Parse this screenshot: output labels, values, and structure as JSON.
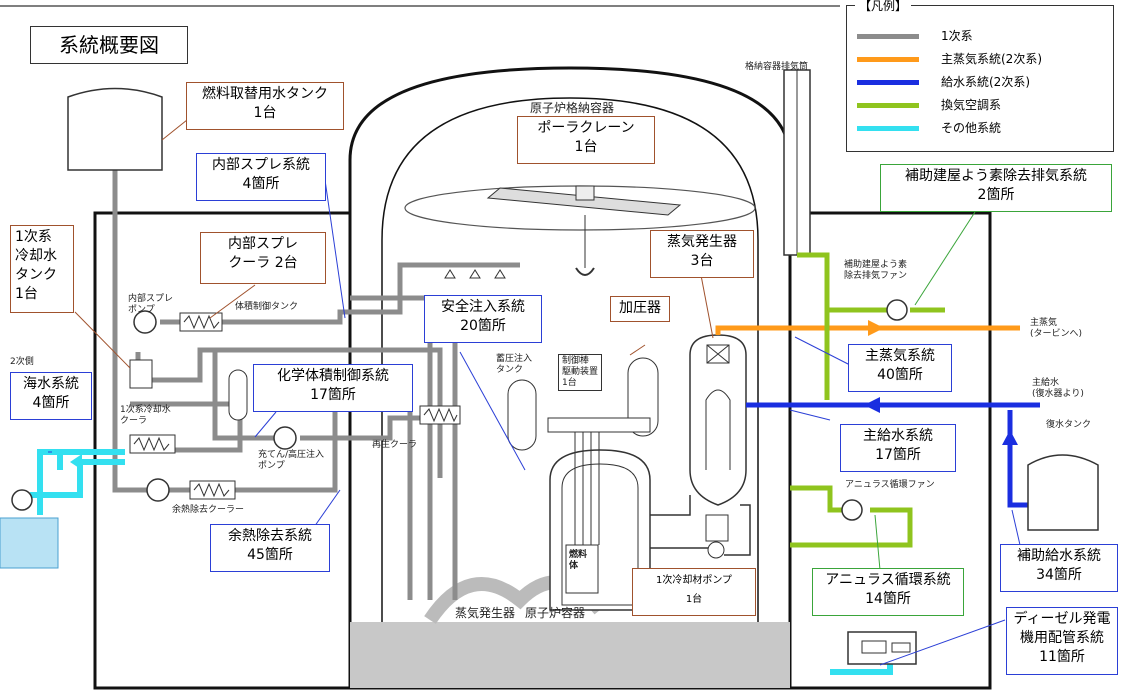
{
  "title": "系統概要図",
  "legend": {
    "heading": "【凡例】",
    "items": [
      {
        "label": "1次系",
        "color": "#8c8c8c"
      },
      {
        "label": "主蒸気系統(2次系)",
        "color": "#ff9a1a"
      },
      {
        "label": "給水系統(2次系)",
        "color": "#1a2ee0"
      },
      {
        "label": "換気空調系",
        "color": "#8fc41e"
      },
      {
        "label": "その他系統",
        "color": "#33e0f0"
      }
    ]
  },
  "callouts": {
    "fuel_tank": "燃料取替用水タンク\n1台",
    "polar_crane": "ポーラクレーン\n1台",
    "internal_spray": "内部スプレ系統\n4箇所",
    "spray_cooler": "内部スプレ\nクーラ 2台",
    "primary_tank": "1次系\n冷却水\nタンク\n1台",
    "seawater": "海水系統\n4箇所",
    "cvcs": "化学体積制御系統\n17箇所",
    "safety_injection": "安全注入系統\n20箇所",
    "pressurizer": "加圧器",
    "steam_generator": "蒸気発生器\n3台",
    "aux_exhaust": "補助建屋よう素除去排気系統\n2箇所",
    "main_steam": "主蒸気系統\n40箇所",
    "main_feedwater": "主給水系統\n17箇所",
    "rhr": "余熱除去系統\n45箇所",
    "annulus": "アニュラス循環系統\n14箇所",
    "aux_feedwater": "補助給水系統\n34箇所",
    "diesel": "ディーゼル発電\n機用配管系統\n11箇所",
    "rcp": "1次冷却材ポンプ\n1台"
  },
  "labels": {
    "stack": "格納容器排気筒",
    "containment": "原子炉格納容器",
    "spray_pump": "内部スプレ\nポンプ",
    "vct": "体積制御タンク",
    "ccw_cooler": "1次系冷却水\nクーラ",
    "charging_pump": "充てん/高圧注入\nポンプ",
    "rhr_cooler": "余熱除去クーラー",
    "regen_cooler": "再生クーラ",
    "accumulator": "蓄圧注入\nタンク",
    "crdm": "制御棒\n駆動装置\n1台",
    "fuel": "燃料\n体",
    "aux_fan": "補助建屋よう素\n除去排気ファン",
    "main_steam_to": "主蒸気\n(タービンへ)",
    "main_feed_from": "主給水\n(復水器より)",
    "condensate_tank": "復水タンク",
    "annulus_fan": "アニュラス循環ファン",
    "secondary_side": "2次側",
    "reactor_vessel": "原子炉容器",
    "steam_gen_small": "蒸気発生器"
  }
}
